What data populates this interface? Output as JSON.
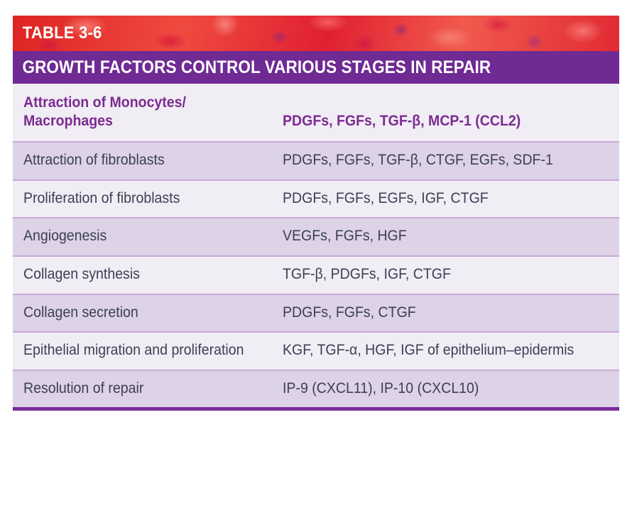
{
  "table": {
    "label": "TABLE 3-6",
    "caption": "GROWTH FACTORS CONTROL VARIOUS STAGES IN REPAIR",
    "colors": {
      "label_band": "#e02a28",
      "caption_band": "#6f2a93",
      "header_text": "#7b2c90",
      "row_light": "#f1edf5",
      "row_dark": "#ddd2e6",
      "body_text": "#3c3f55",
      "separator": "#c9a9d8",
      "bottom_rule": "#7a2d99"
    },
    "columns": [
      "Attraction of Monocytes/ Macrophages",
      "PDGFs, FGFs, TGF-β, MCP-1 (CCL2)"
    ],
    "header": {
      "process": "Attraction of Monocytes/\nMacrophages",
      "process_line1": "Attraction of Monocytes/",
      "process_line2": "Macrophages",
      "factors": "PDGFs, FGFs, TGF-β, MCP-1 (CCL2)"
    },
    "rows": [
      {
        "process": "Attraction of fibroblasts",
        "factors": "PDGFs, FGFs, TGF-β, CTGF, EGFs, SDF-1"
      },
      {
        "process": "Proliferation of fibroblasts",
        "factors": "PDGFs, FGFs, EGFs, IGF, CTGF"
      },
      {
        "process": "Angiogenesis",
        "factors": "VEGFs, FGFs, HGF"
      },
      {
        "process": "Collagen synthesis",
        "factors": "TGF-β, PDGFs, IGF, CTGF"
      },
      {
        "process": "Collagen secretion",
        "factors": "PDGFs, FGFs, CTGF"
      },
      {
        "process": "Epithelial migration and proliferation",
        "factors": "KGF, TGF-α, HGF, IGF of epithelium–epidermis"
      },
      {
        "process": "Resolution of repair",
        "factors": "IP-9 (CXCL11), IP-10 (CXCL10)"
      }
    ]
  }
}
